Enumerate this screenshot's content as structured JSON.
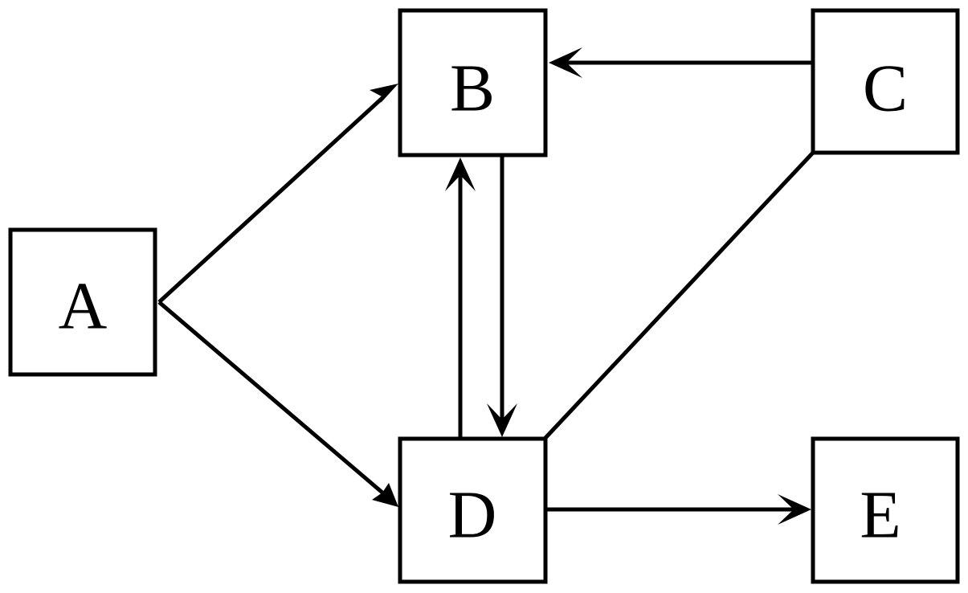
{
  "nodes": [
    {
      "id": "A",
      "label": "A"
    },
    {
      "id": "B",
      "label": "B"
    },
    {
      "id": "C",
      "label": "C"
    },
    {
      "id": "D",
      "label": "D"
    },
    {
      "id": "E",
      "label": "E"
    }
  ],
  "edges": [
    {
      "from": "A",
      "to": "B",
      "directed": true
    },
    {
      "from": "A",
      "to": "D",
      "directed": true
    },
    {
      "from": "C",
      "to": "B",
      "directed": true
    },
    {
      "from": "B",
      "to": "D",
      "directed": true
    },
    {
      "from": "D",
      "to": "B",
      "directed": true
    },
    {
      "from": "C",
      "to": "D",
      "directed": false
    },
    {
      "from": "D",
      "to": "E",
      "directed": true
    }
  ]
}
